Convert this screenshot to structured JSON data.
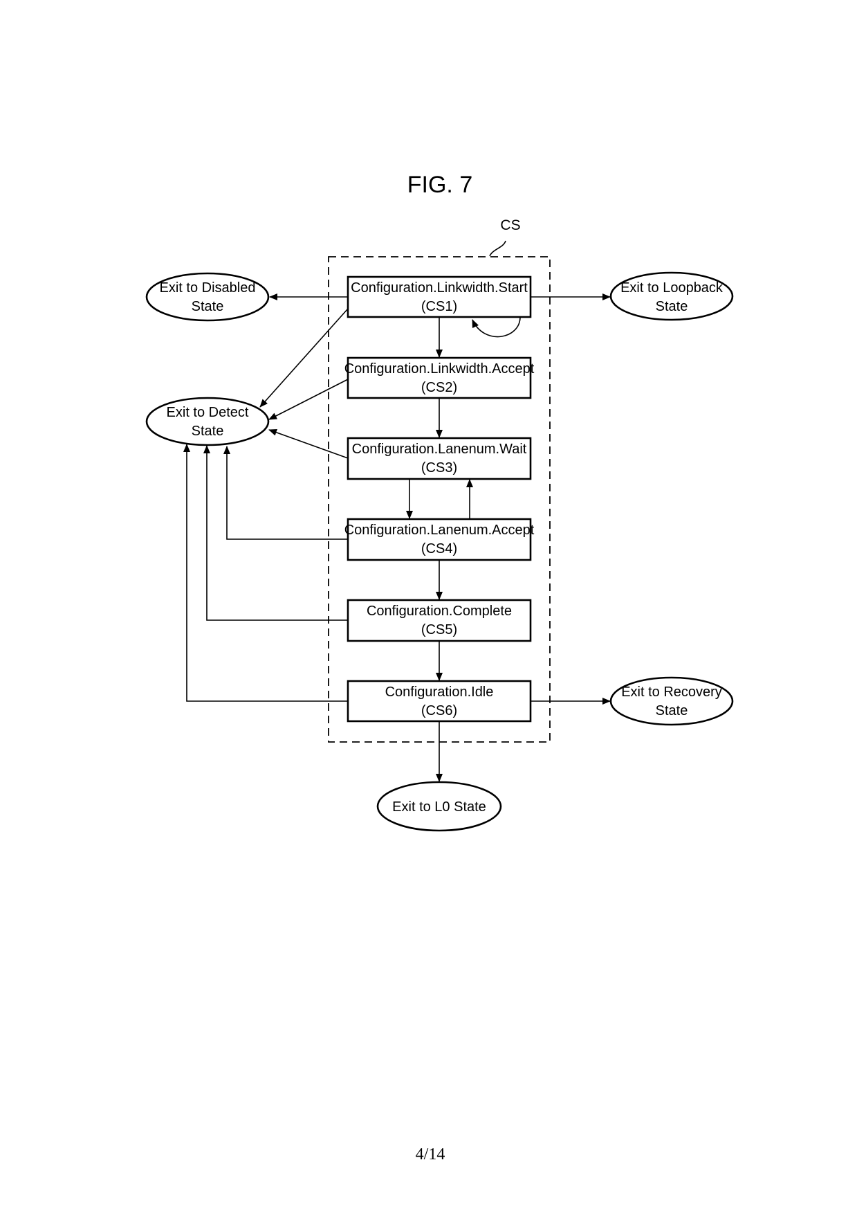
{
  "figure": {
    "title": "FIG. 7",
    "group_label": "CS",
    "page_number": "4/14"
  },
  "states": [
    {
      "id": "CS1",
      "name": "Configuration.Linkwidth.Start",
      "code": "(CS1)"
    },
    {
      "id": "CS2",
      "name": "Configuration.Linkwidth.Accept",
      "code": "(CS2)"
    },
    {
      "id": "CS3",
      "name": "Configuration.Lanenum.Wait",
      "code": "(CS3)"
    },
    {
      "id": "CS4",
      "name": "Configuration.Lanenum.Accept",
      "code": "(CS4)"
    },
    {
      "id": "CS5",
      "name": "Configuration.Complete",
      "code": "(CS5)"
    },
    {
      "id": "CS6",
      "name": "Configuration.Idle",
      "code": "(CS6)"
    }
  ],
  "exits": {
    "disabled": {
      "line1": "Exit to Disabled",
      "line2": "State"
    },
    "detect": {
      "line1": "Exit to Detect",
      "line2": "State"
    },
    "loopback": {
      "line1": "Exit to Loopback",
      "line2": "State"
    },
    "recovery": {
      "line1": "Exit to Recovery",
      "line2": "State"
    },
    "l0": {
      "line1": "Exit to L0 State"
    }
  },
  "transitions": [
    {
      "from": "CS1",
      "to": "Exit to Disabled State"
    },
    {
      "from": "CS1",
      "to": "Exit to Loopback State"
    },
    {
      "from": "CS1",
      "to": "CS1"
    },
    {
      "from": "CS1",
      "to": "CS2"
    },
    {
      "from": "CS1",
      "to": "Exit to Detect State"
    },
    {
      "from": "CS2",
      "to": "CS3"
    },
    {
      "from": "CS2",
      "to": "Exit to Detect State"
    },
    {
      "from": "CS3",
      "to": "CS4"
    },
    {
      "from": "CS3",
      "to": "Exit to Detect State"
    },
    {
      "from": "CS4",
      "to": "CS3"
    },
    {
      "from": "CS4",
      "to": "CS5"
    },
    {
      "from": "CS4",
      "to": "Exit to Detect State"
    },
    {
      "from": "CS5",
      "to": "CS6"
    },
    {
      "from": "CS5",
      "to": "Exit to Detect State"
    },
    {
      "from": "CS6",
      "to": "Exit to Detect State"
    },
    {
      "from": "CS6",
      "to": "Exit to Recovery State"
    },
    {
      "from": "CS6",
      "to": "Exit to L0 State"
    }
  ]
}
